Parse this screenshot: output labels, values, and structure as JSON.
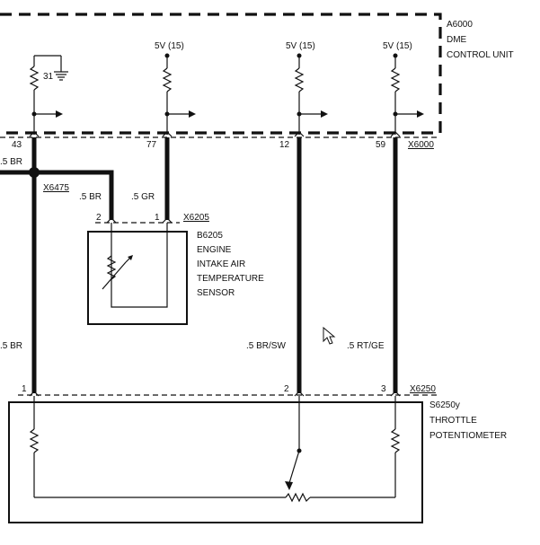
{
  "dme": {
    "code": "A6000",
    "line1": "DME",
    "line2": "CONTROL UNIT"
  },
  "supplies": [
    "5V (15)",
    "5V (15)",
    "5V (15)"
  ],
  "ground_pin": "31",
  "pins": {
    "p43": "43",
    "p77": "77",
    "p12": "12",
    "p59": "59",
    "s2": "2",
    "s1": "1",
    "t1": "1",
    "t2": "2",
    "t3": "3"
  },
  "connectors": {
    "x6000": "X6000",
    "x6475": "X6475",
    "x6205": "X6205",
    "x6250": "X6250"
  },
  "wires": {
    "left_top": ".5 BR",
    "x6475_br": ".5 BR",
    "gr": ".5 GR",
    "left_mid": ".5 BR",
    "br_sw": ".5 BR/SW",
    "rt_ge": ".5 RT/GE"
  },
  "sensor": {
    "code": "B6205",
    "line1": "ENGINE",
    "line2": "INTAKE AIR",
    "line3": "TEMPERATURE",
    "line4": "SENSOR"
  },
  "throttle": {
    "code": "S6250y",
    "line1": "THROTTLE",
    "line2": "POTENTIOMETER"
  }
}
